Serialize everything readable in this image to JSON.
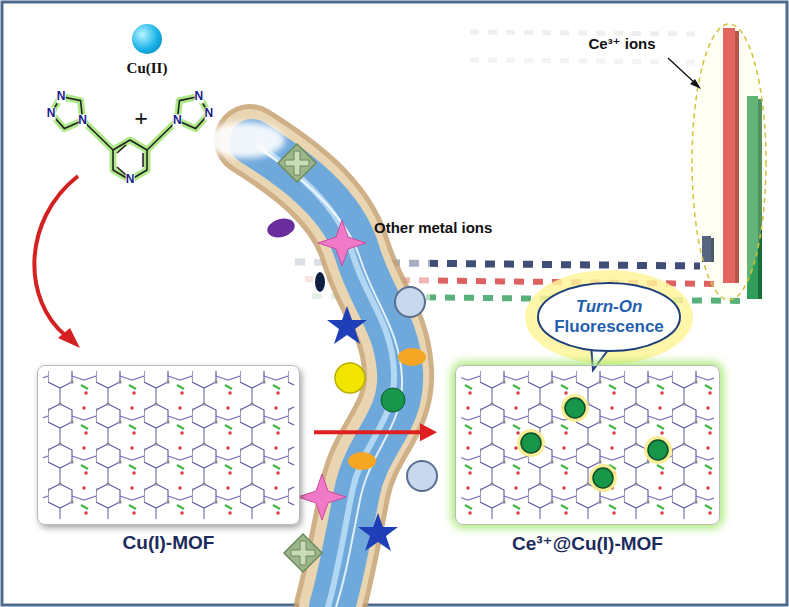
{
  "diagram": {
    "nodes": [
      {
        "text": [
          "Cu(II)"
        ]
      },
      {
        "text": [
          "Cu(I)-MOF"
        ]
      },
      {
        "text": [
          "Turn-On",
          "Fluorescence"
        ]
      },
      {
        "text": [
          "Ce³⁺@Cu(I)-MOF"
        ]
      }
    ],
    "edges": [
      {
        "from": 1,
        "to": 3,
        "arrow": "to"
      }
    ],
    "labels": [
      "+",
      "N",
      "N",
      "N",
      "N",
      "N",
      "N",
      "N",
      "Other metal ions",
      "Ce³⁺ ions"
    ]
  }
}
